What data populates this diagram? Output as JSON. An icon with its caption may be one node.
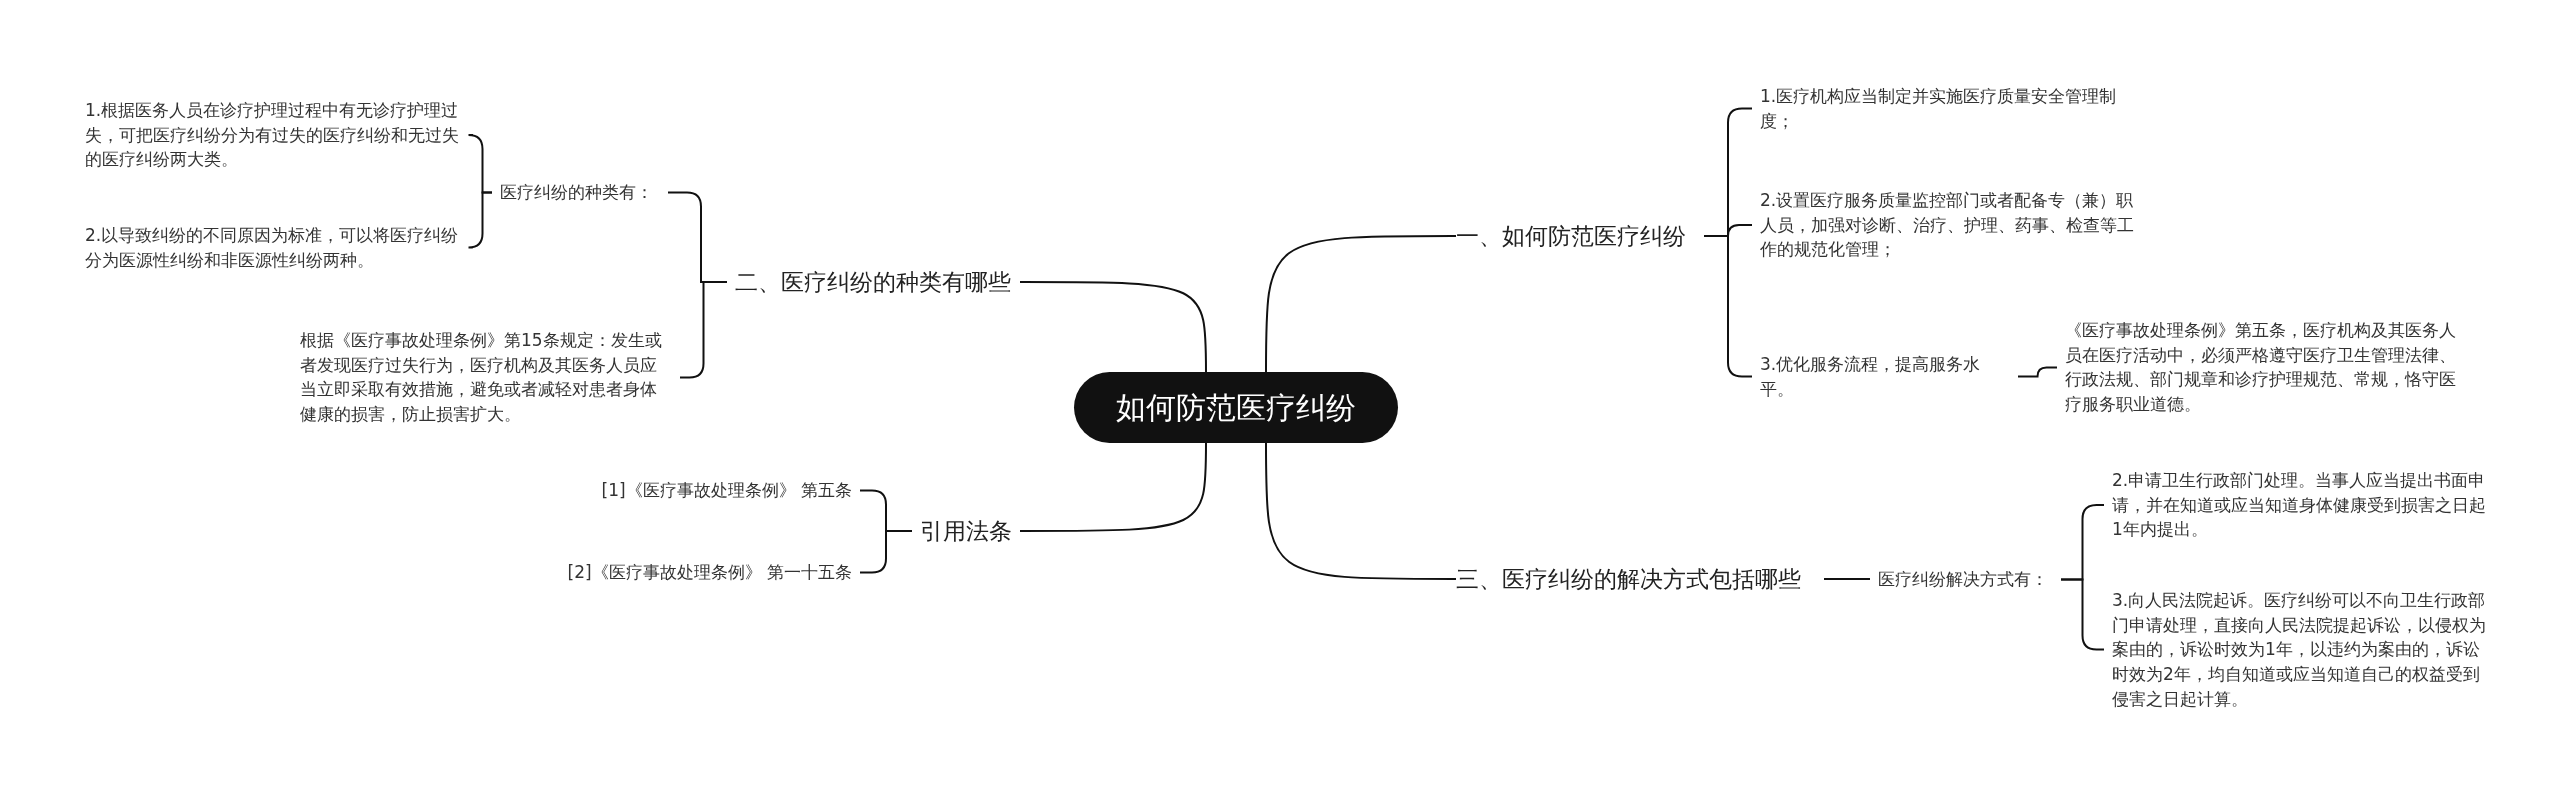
{
  "diagram": {
    "nodes": [
      {
        "text": [
          "如何防范医疗纠纷"
        ]
      },
      {
        "text": [
          "一、如何防范医疗纠纷"
        ]
      },
      {
        "text": [
          "1.医疗机构应当制定并实施医疗质量安全管理制度；"
        ]
      },
      {
        "text": [
          "2.设置医疗服务质量监控部门或者配备专（兼）职人员，加强对诊断、治疗、护理、药事、检查等工作的规范化管理；"
        ]
      },
      {
        "text": [
          "3.优化服务流程，提高服务水平。"
        ]
      },
      {
        "text": [
          "《医疗事故处理条例》第五条，医疗机构及其医务人员在医疗活动中，必须严格遵守医疗卫生管理法律、行政法规、部门规章和诊疗护理规范、常规，恪守医疗服务职业道德。"
        ]
      },
      {
        "text": [
          "二、医疗纠纷的种类有哪些"
        ]
      },
      {
        "text": [
          "医疗纠纷的种类有："
        ]
      },
      {
        "text": [
          "1.根据医务人员在诊疗护理过程中有无诊疗护理过失，可把医疗纠纷分为有过失的医疗纠纷和无过失的医疗纠纷两大类。"
        ]
      },
      {
        "text": [
          "2.以导致纠纷的不同原因为标准，可以将医疗纠纷分为医源性纠纷和非医源性纠纷两种。"
        ]
      },
      {
        "text": [
          "根据《医疗事故处理条例》第15条规定：发生或者发现医疗过失行为，医疗机构及其医务人员应当立即采取有效措施，避免或者减轻对患者身体健康的损害，防止损害扩大。"
        ]
      },
      {
        "text": [
          "引用法条"
        ]
      },
      {
        "text": [
          "[1]《医疗事故处理条例》 第五条"
        ]
      },
      {
        "text": [
          "[2]《医疗事故处理条例》 第一十五条"
        ]
      },
      {
        "text": [
          "三、医疗纠纷的解决方式包括哪些"
        ]
      },
      {
        "text": [
          "医疗纠纷解决方式有："
        ]
      },
      {
        "text": [
          "2.申请卫生行政部门处理。当事人应当提出书面申请，并在知道或应当知道身体健康受到损害之日起1年内提出。"
        ]
      },
      {
        "text": [
          "3.向人民法院起诉。医疗纠纷可以不向卫生行政部门申请处理，直接向人民法院提起诉讼，以侵权为案由的，诉讼时效为1年，以违约为案由的，诉讼时效为2年，均自知道或应当知道自己的权益受到侵害之日起计算。"
        ]
      }
    ],
    "edges": [
      {
        "from": 0,
        "to": 1,
        "arrow": "none"
      },
      {
        "from": 1,
        "to": 2,
        "arrow": "none"
      },
      {
        "from": 1,
        "to": 3,
        "arrow": "none"
      },
      {
        "from": 1,
        "to": 4,
        "arrow": "none"
      },
      {
        "from": 4,
        "to": 5,
        "arrow": "none"
      },
      {
        "from": 0,
        "to": 6,
        "arrow": "none"
      },
      {
        "from": 6,
        "to": 7,
        "arrow": "none"
      },
      {
        "from": 7,
        "to": 8,
        "arrow": "none"
      },
      {
        "from": 7,
        "to": 9,
        "arrow": "none"
      },
      {
        "from": 6,
        "to": 10,
        "arrow": "none"
      },
      {
        "from": 0,
        "to": 11,
        "arrow": "none"
      },
      {
        "from": 11,
        "to": 12,
        "arrow": "none"
      },
      {
        "from": 11,
        "to": 13,
        "arrow": "none"
      },
      {
        "from": 0,
        "to": 14,
        "arrow": "none"
      },
      {
        "from": 14,
        "to": 15,
        "arrow": "none"
      },
      {
        "from": 15,
        "to": 16,
        "arrow": "none"
      },
      {
        "from": 15,
        "to": 17,
        "arrow": "none"
      }
    ]
  }
}
